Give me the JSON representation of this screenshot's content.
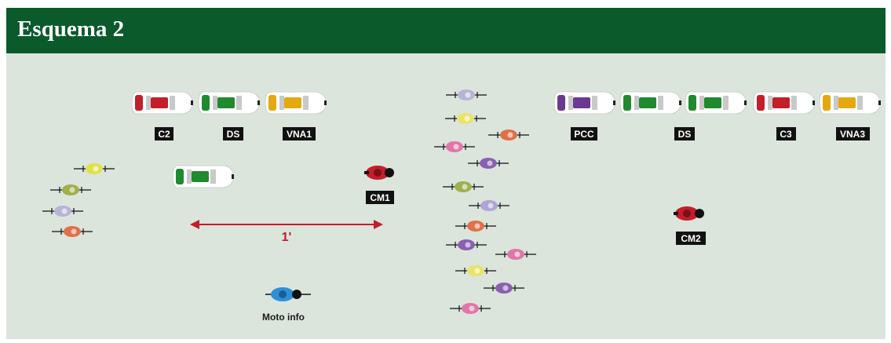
{
  "header": {
    "title": "Esquema 2"
  },
  "colors": {
    "header_bg": "#0b5a2c",
    "background": "#dbe5dc",
    "red": "#c41e2b",
    "green": "#1f8a2e",
    "yellow": "#e3a90f",
    "purple": "#6a3a90",
    "moto_info": "#2f8fd6",
    "distance_arrow": "#c21e2b"
  },
  "cars_left": [
    {
      "label": "C2",
      "color": "red"
    },
    {
      "label": "DS",
      "color": "green"
    },
    {
      "label": "VNA1",
      "color": "yellow"
    }
  ],
  "cars_right": [
    {
      "label": "PCC",
      "color": "purple"
    },
    {
      "label": "",
      "color": "green"
    },
    {
      "label": "DS",
      "color": "green"
    },
    {
      "label": "C3",
      "color": "red"
    },
    {
      "label": "VNA3",
      "color": "yellow"
    }
  ],
  "moto_cm1": {
    "label": "CM1"
  },
  "moto_cm2": {
    "label": "CM2"
  },
  "moto_info": {
    "label": "Moto info"
  },
  "distance": {
    "label": "1'"
  }
}
